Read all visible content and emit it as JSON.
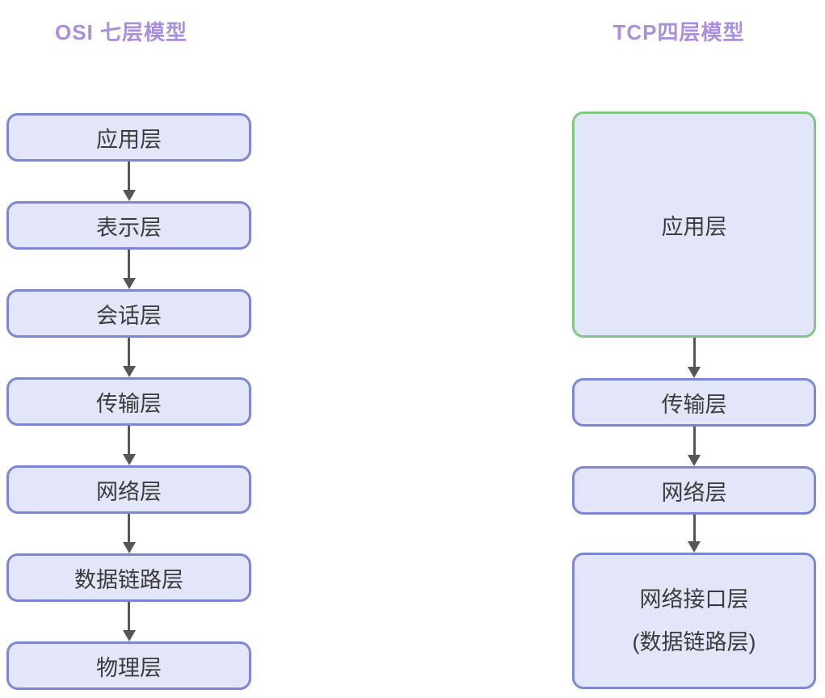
{
  "colors": {
    "background": "#ffffff",
    "title_text": "#a98fdd",
    "box_fill": "#e3e6f8",
    "box_border": "#7b87d5",
    "box_border_green": "#81c784",
    "box_text": "#3b3b3b",
    "arrow": "#555657"
  },
  "osi": {
    "title": "OSI 七层模型",
    "layers": [
      {
        "label": "应用层"
      },
      {
        "label": "表示层"
      },
      {
        "label": "会话层"
      },
      {
        "label": "传输层"
      },
      {
        "label": "网络层"
      },
      {
        "label": "数据链路层"
      },
      {
        "label": "物理层"
      }
    ]
  },
  "tcp": {
    "title": "TCP四层模型",
    "layers": [
      {
        "label": "应用层"
      },
      {
        "label": "传输层"
      },
      {
        "label": "网络层"
      },
      {
        "label": "网络接口层",
        "sublabel": "(数据链路层)"
      }
    ]
  }
}
